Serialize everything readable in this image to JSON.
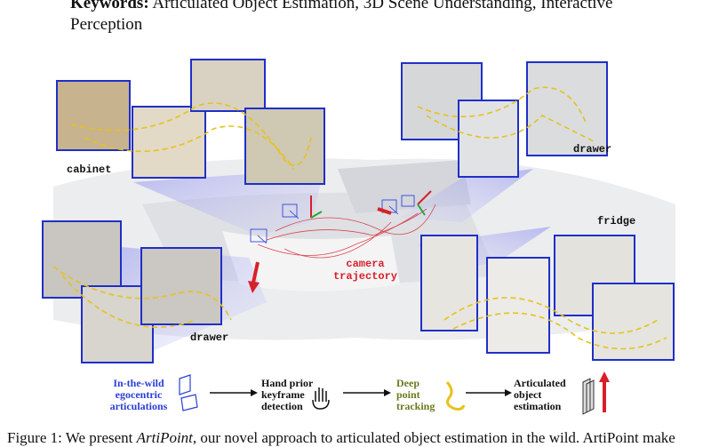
{
  "keywords": {
    "label": "Keywords:",
    "text": "Articulated Object Estimation, 3D Scene Understanding, Interactive",
    "text_line2": "Perception"
  },
  "figure": {
    "labels": {
      "cabinet": "cabinet",
      "drawer_top": "drawer",
      "fridge": "fridge",
      "drawer_bottom": "drawer"
    },
    "camera_trajectory": [
      "camera",
      "trajectory"
    ],
    "pipeline": {
      "step1": [
        "In-the-wild",
        "egocentric",
        "articulations"
      ],
      "step2": [
        "Hand prior",
        "keyframe",
        "detection"
      ],
      "step3": [
        "Deep",
        "point",
        "tracking"
      ],
      "step4": [
        "Articulated",
        "object",
        "estimation"
      ]
    },
    "colors": {
      "frame_border": "#1f2fc8",
      "trajectory": "#d8202a",
      "track": "#e6c21a",
      "step1_text": "#2a3fd6",
      "step3_text": "#6b7a1e"
    }
  },
  "caption": {
    "prefix": "Figure 1: We present ",
    "name": "ArtiPoint",
    "suffix": ", our novel approach to articulated object estimation in the wild. ArtiPoint make"
  }
}
